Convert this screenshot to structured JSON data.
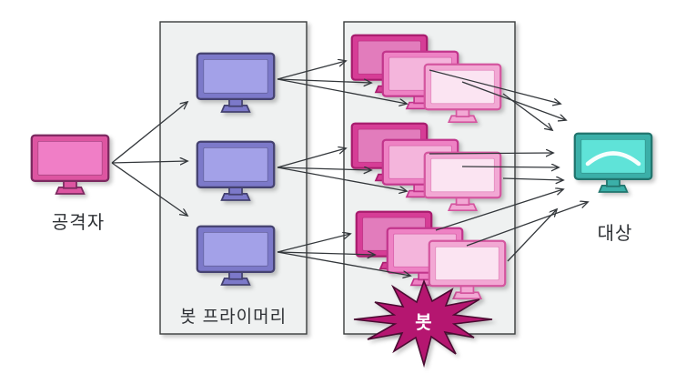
{
  "diagram": {
    "attacker": {
      "label": "공격자"
    },
    "bot_primary": {
      "label": "봇 프라이머리",
      "monitor_count": 3
    },
    "bots": {
      "label": "봇",
      "cluster_count": 3,
      "monitors_per_cluster": 3
    },
    "target": {
      "label": "대상"
    },
    "colors": {
      "attacker_frame": "#DD55A1",
      "attacker_screen": "#F07EC6",
      "attacker_edge": "#7C2960",
      "primary_frame": "#7B79C9",
      "primary_screen": "#A3A1E8",
      "primary_edge": "#45436F",
      "bot_back_frame": "#D63C96",
      "bot_back_screen": "#E27CBC",
      "bot_back_edge": "#A81E6E",
      "bot_mid_frame": "#EE82C4",
      "bot_mid_screen": "#F4B5DC",
      "bot_mid_edge": "#C2368C",
      "bot_front_frame": "#F2A8D4",
      "bot_front_screen": "#FBE4F2",
      "bot_front_edge": "#D4579F",
      "target_frame": "#3BAFA8",
      "target_screen": "#5FE3D8",
      "target_edge": "#23756E",
      "burst_fill": "#B5146F",
      "burst_edge": "#4A0930",
      "arrow": "#33373B",
      "box_fill": "#EFF1F1",
      "box_border": "#3A3C3E"
    }
  }
}
